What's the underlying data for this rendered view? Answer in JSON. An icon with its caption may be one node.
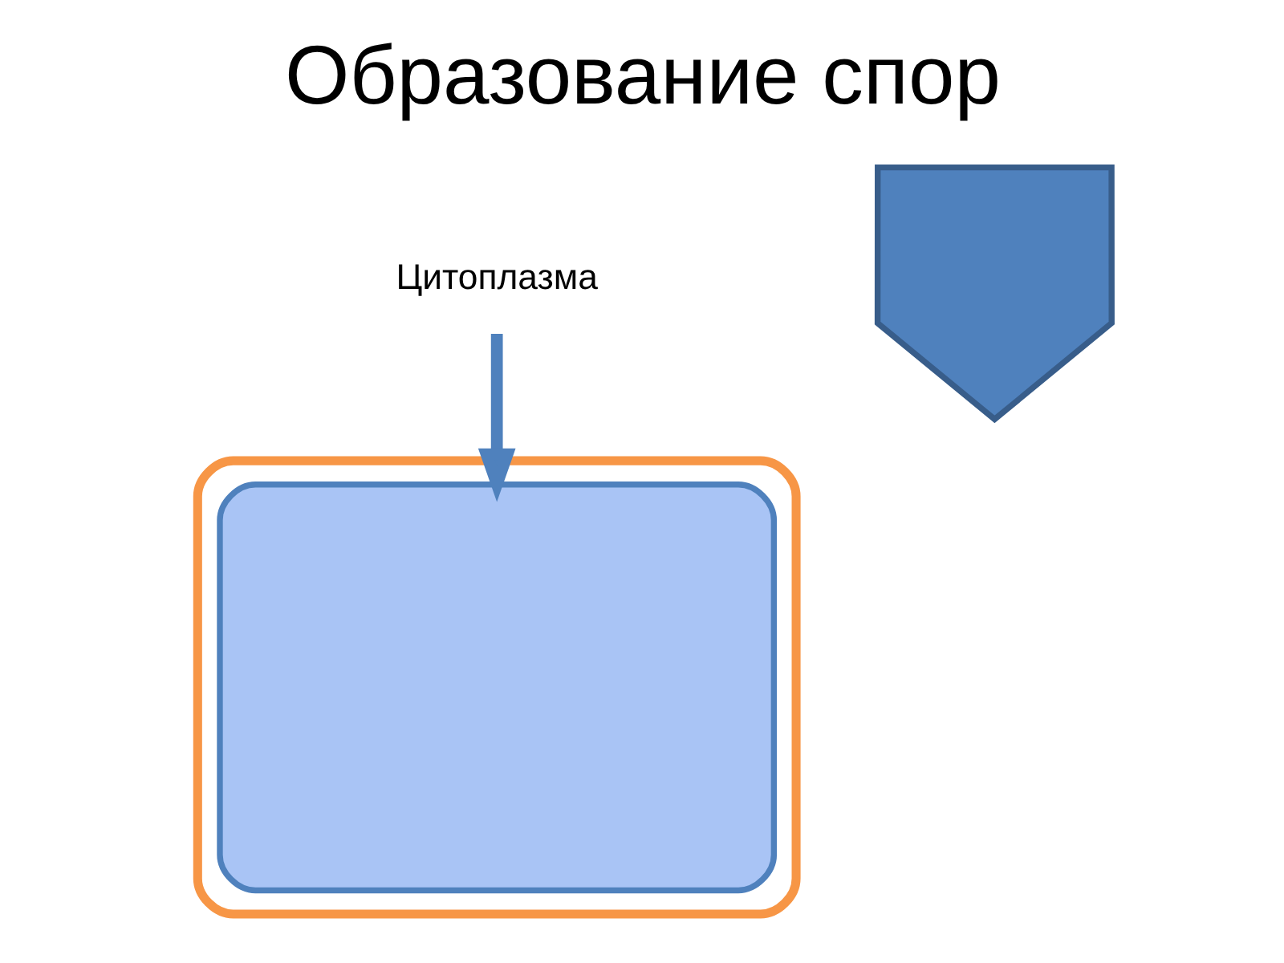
{
  "diagram": {
    "title": "Образование спор",
    "nodes": [
      {
        "text": [
          "Цитоплазма"
        ]
      },
      {
        "text": [],
        "shape": "box"
      },
      {
        "text": [],
        "shape": "box",
        "in": 1
      },
      {
        "text": [],
        "shape": "arrow"
      }
    ],
    "edges": [
      {
        "from": 0,
        "to": 2,
        "arrow": "to"
      }
    ]
  }
}
